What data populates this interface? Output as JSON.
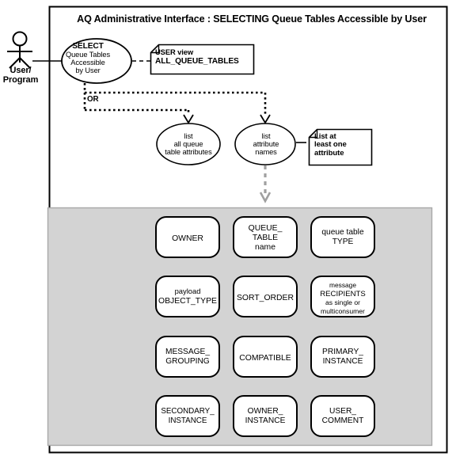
{
  "diagram": {
    "title": "AQ Administrative Interface : SELECTING Queue Tables Accessible by User",
    "actor": {
      "name": "actor-user-program",
      "label_line1": "User/",
      "label_line2": "Program"
    },
    "use_cases": [
      {
        "name": "use-case-select-queue-tables",
        "lines": [
          "SELECT",
          "Queue Tables",
          "Accessible",
          "by User"
        ],
        "bold_first_line": true
      },
      {
        "name": "use-case-list-all-queue-table-attributes",
        "lines": [
          "list",
          "all queue",
          "table attributes"
        ],
        "bold_first_line": false
      },
      {
        "name": "use-case-list-attribute-names",
        "lines": [
          "list",
          "attribute",
          "names"
        ],
        "bold_first_line": false
      }
    ],
    "notes": [
      {
        "name": "note-user-view",
        "lines": [
          "USER view",
          "ALL_QUEUE_TABLES"
        ]
      },
      {
        "name": "note-list-at-least-one-attribute",
        "lines": [
          "List at",
          "least one",
          "attribute"
        ]
      }
    ],
    "or_label": "OR",
    "attribute_panel": {
      "name": "attribute-panel",
      "background_color": "#d3d3d3",
      "items": [
        {
          "name": "attribute-owner",
          "lines": [
            "OWNER"
          ],
          "small": false
        },
        {
          "name": "attribute-queue-table-name",
          "lines": [
            "QUEUE_",
            "TABLE",
            "name"
          ],
          "small": false
        },
        {
          "name": "attribute-queue-table-type",
          "lines": [
            "queue table",
            "TYPE"
          ],
          "small": false
        },
        {
          "name": "attribute-payload-object-type",
          "lines": [
            "payload",
            "OBJECT_TYPE"
          ],
          "small": false
        },
        {
          "name": "attribute-sort-order",
          "lines": [
            "SORT_ORDER"
          ],
          "small": false
        },
        {
          "name": "attribute-message-recipients",
          "lines": [
            "message",
            "RECIPIENTS",
            "as single or",
            "multiconsumer"
          ],
          "small": true
        },
        {
          "name": "attribute-message-grouping",
          "lines": [
            "MESSAGE_",
            "GROUPING"
          ],
          "small": false
        },
        {
          "name": "attribute-compatible",
          "lines": [
            "COMPATIBLE"
          ],
          "small": false
        },
        {
          "name": "attribute-primary-instance",
          "lines": [
            "PRIMARY_",
            "INSTANCE"
          ],
          "small": false
        },
        {
          "name": "attribute-secondary-instance",
          "lines": [
            "SECONDARY_",
            "INSTANCE"
          ],
          "small": false
        },
        {
          "name": "attribute-owner-instance",
          "lines": [
            "OWNER_",
            "INSTANCE"
          ],
          "small": false
        },
        {
          "name": "attribute-user-comment",
          "lines": [
            "USER_",
            "COMMENT"
          ],
          "small": false
        }
      ]
    },
    "colors": {
      "stroke": "#000000",
      "panel_fill": "#d3d3d3",
      "panel_border": "#a8a8a8",
      "grey_arrow": "#a0a0a0",
      "box_fill": "#ffffff"
    }
  }
}
